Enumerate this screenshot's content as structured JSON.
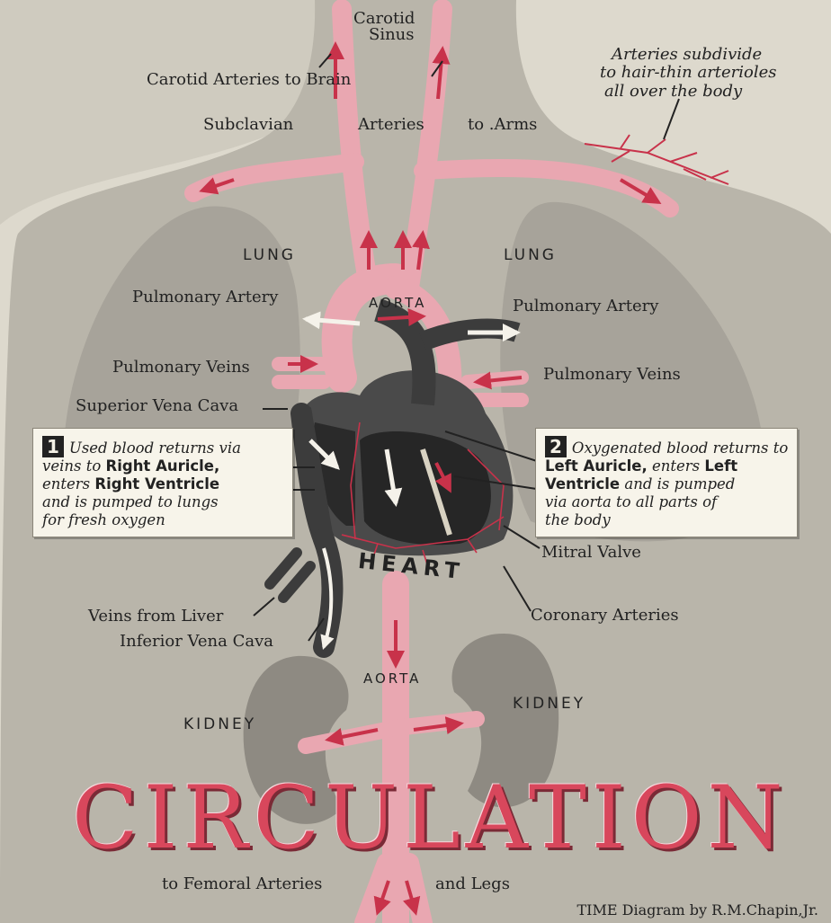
{
  "title": "CIRCULATION",
  "credit": "TIME Diagram by R.M.Chapin,Jr.",
  "colors": {
    "artery": "#e9a7b1",
    "arrow": "#c8324a",
    "vein": "#3c3c3c",
    "background": "#ddd9cd",
    "title": "#d8475c"
  },
  "labels": {
    "carotid": "Carotid",
    "sinus": "Sinus",
    "carotid_arteries": "Carotid Arteries to Brain",
    "subclavian": "Subclavian",
    "arteries": "Arteries",
    "to_arms": "to .Arms",
    "subdivide_1": "Arteries subdivide",
    "subdivide_2": "to hair-thin arterioles",
    "subdivide_3": "all over the body",
    "lung_left": "LUNG",
    "lung_right": "LUNG",
    "pulm_artery_left": "Pulmonary Artery",
    "pulm_artery_right": "Pulmonary Artery",
    "aorta_top": "AORTA",
    "pulm_veins_left": "Pulmonary Veins",
    "pulm_veins_right": "Pulmonary Veins",
    "superior_vena_cava": "Superior Vena Cava",
    "mitral_valve": "Mitral Valve",
    "heart": "HEART",
    "coronary_arteries": "Coronary Arteries",
    "veins_from_liver": "Veins from Liver",
    "inferior_vena_cava": "Inferior Vena Cava",
    "aorta_bottom": "AORTA",
    "kidney_left": "KIDNEY",
    "kidney_right": "KIDNEY",
    "femoral": "to Femoral Arteries",
    "legs": "and Legs"
  },
  "box1": {
    "number": "1",
    "line1": "Used blood returns via",
    "line2_a": "veins to ",
    "line2_b": "Right Auricle,",
    "line3_a": "enters ",
    "line3_b": "Right Ventricle",
    "line4": "and is pumped to lungs",
    "line5": "for fresh oxygen"
  },
  "box2": {
    "number": "2",
    "line1": "Oxygenated blood returns to",
    "line2_a": "Left Auricle,",
    "line2_b": " enters ",
    "line2_c": "Left",
    "line3_a": "Ventricle",
    "line3_b": " and is pumped",
    "line4": "via aorta to all parts of",
    "line5": "the body"
  }
}
